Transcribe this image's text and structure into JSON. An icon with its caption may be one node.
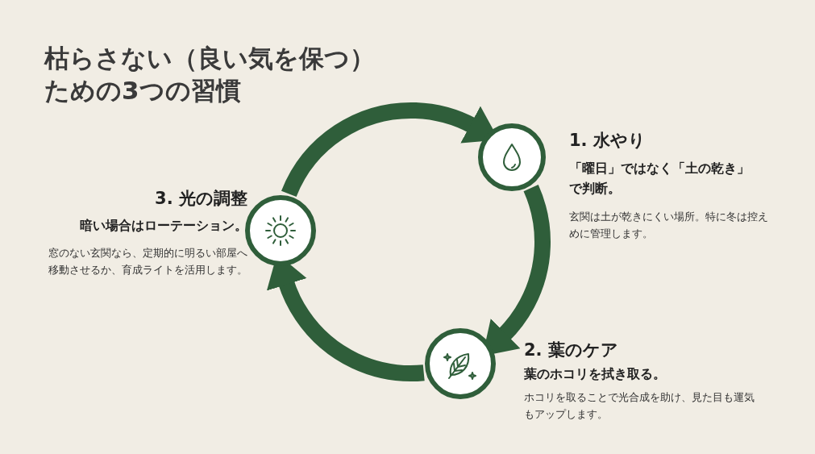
{
  "diagram": {
    "title": "枯らさない（良い気を保つ）ための3つの習慣",
    "nodes": [
      {
        "text": [],
        "shape": "circle",
        "beside": [
          "1. 水やり",
          "「曜日」ではなく「土の乾き」で判断。",
          "玄関は土が乾きにくい場所。特に冬は控えめに管理します。"
        ]
      },
      {
        "text": [],
        "shape": "circle",
        "beside": [
          "2. 葉のケア",
          "葉のホコリを拭き取る。",
          "ホコリを取ることで光合成を助け、見た目も運気もアップします。"
        ]
      },
      {
        "text": [],
        "shape": "circle",
        "beside": [
          "3. 光の調整",
          "暗い場合はローテーション。",
          "窓のない玄関なら、定期的に明るい部屋へ移動させるか、育成ライトを活用します。"
        ]
      }
    ],
    "edges": [
      {
        "from": 0,
        "to": 1,
        "arrow": "to"
      },
      {
        "from": 1,
        "to": 2,
        "arrow": "to"
      },
      {
        "from": 2,
        "to": 0,
        "arrow": "to"
      }
    ]
  }
}
